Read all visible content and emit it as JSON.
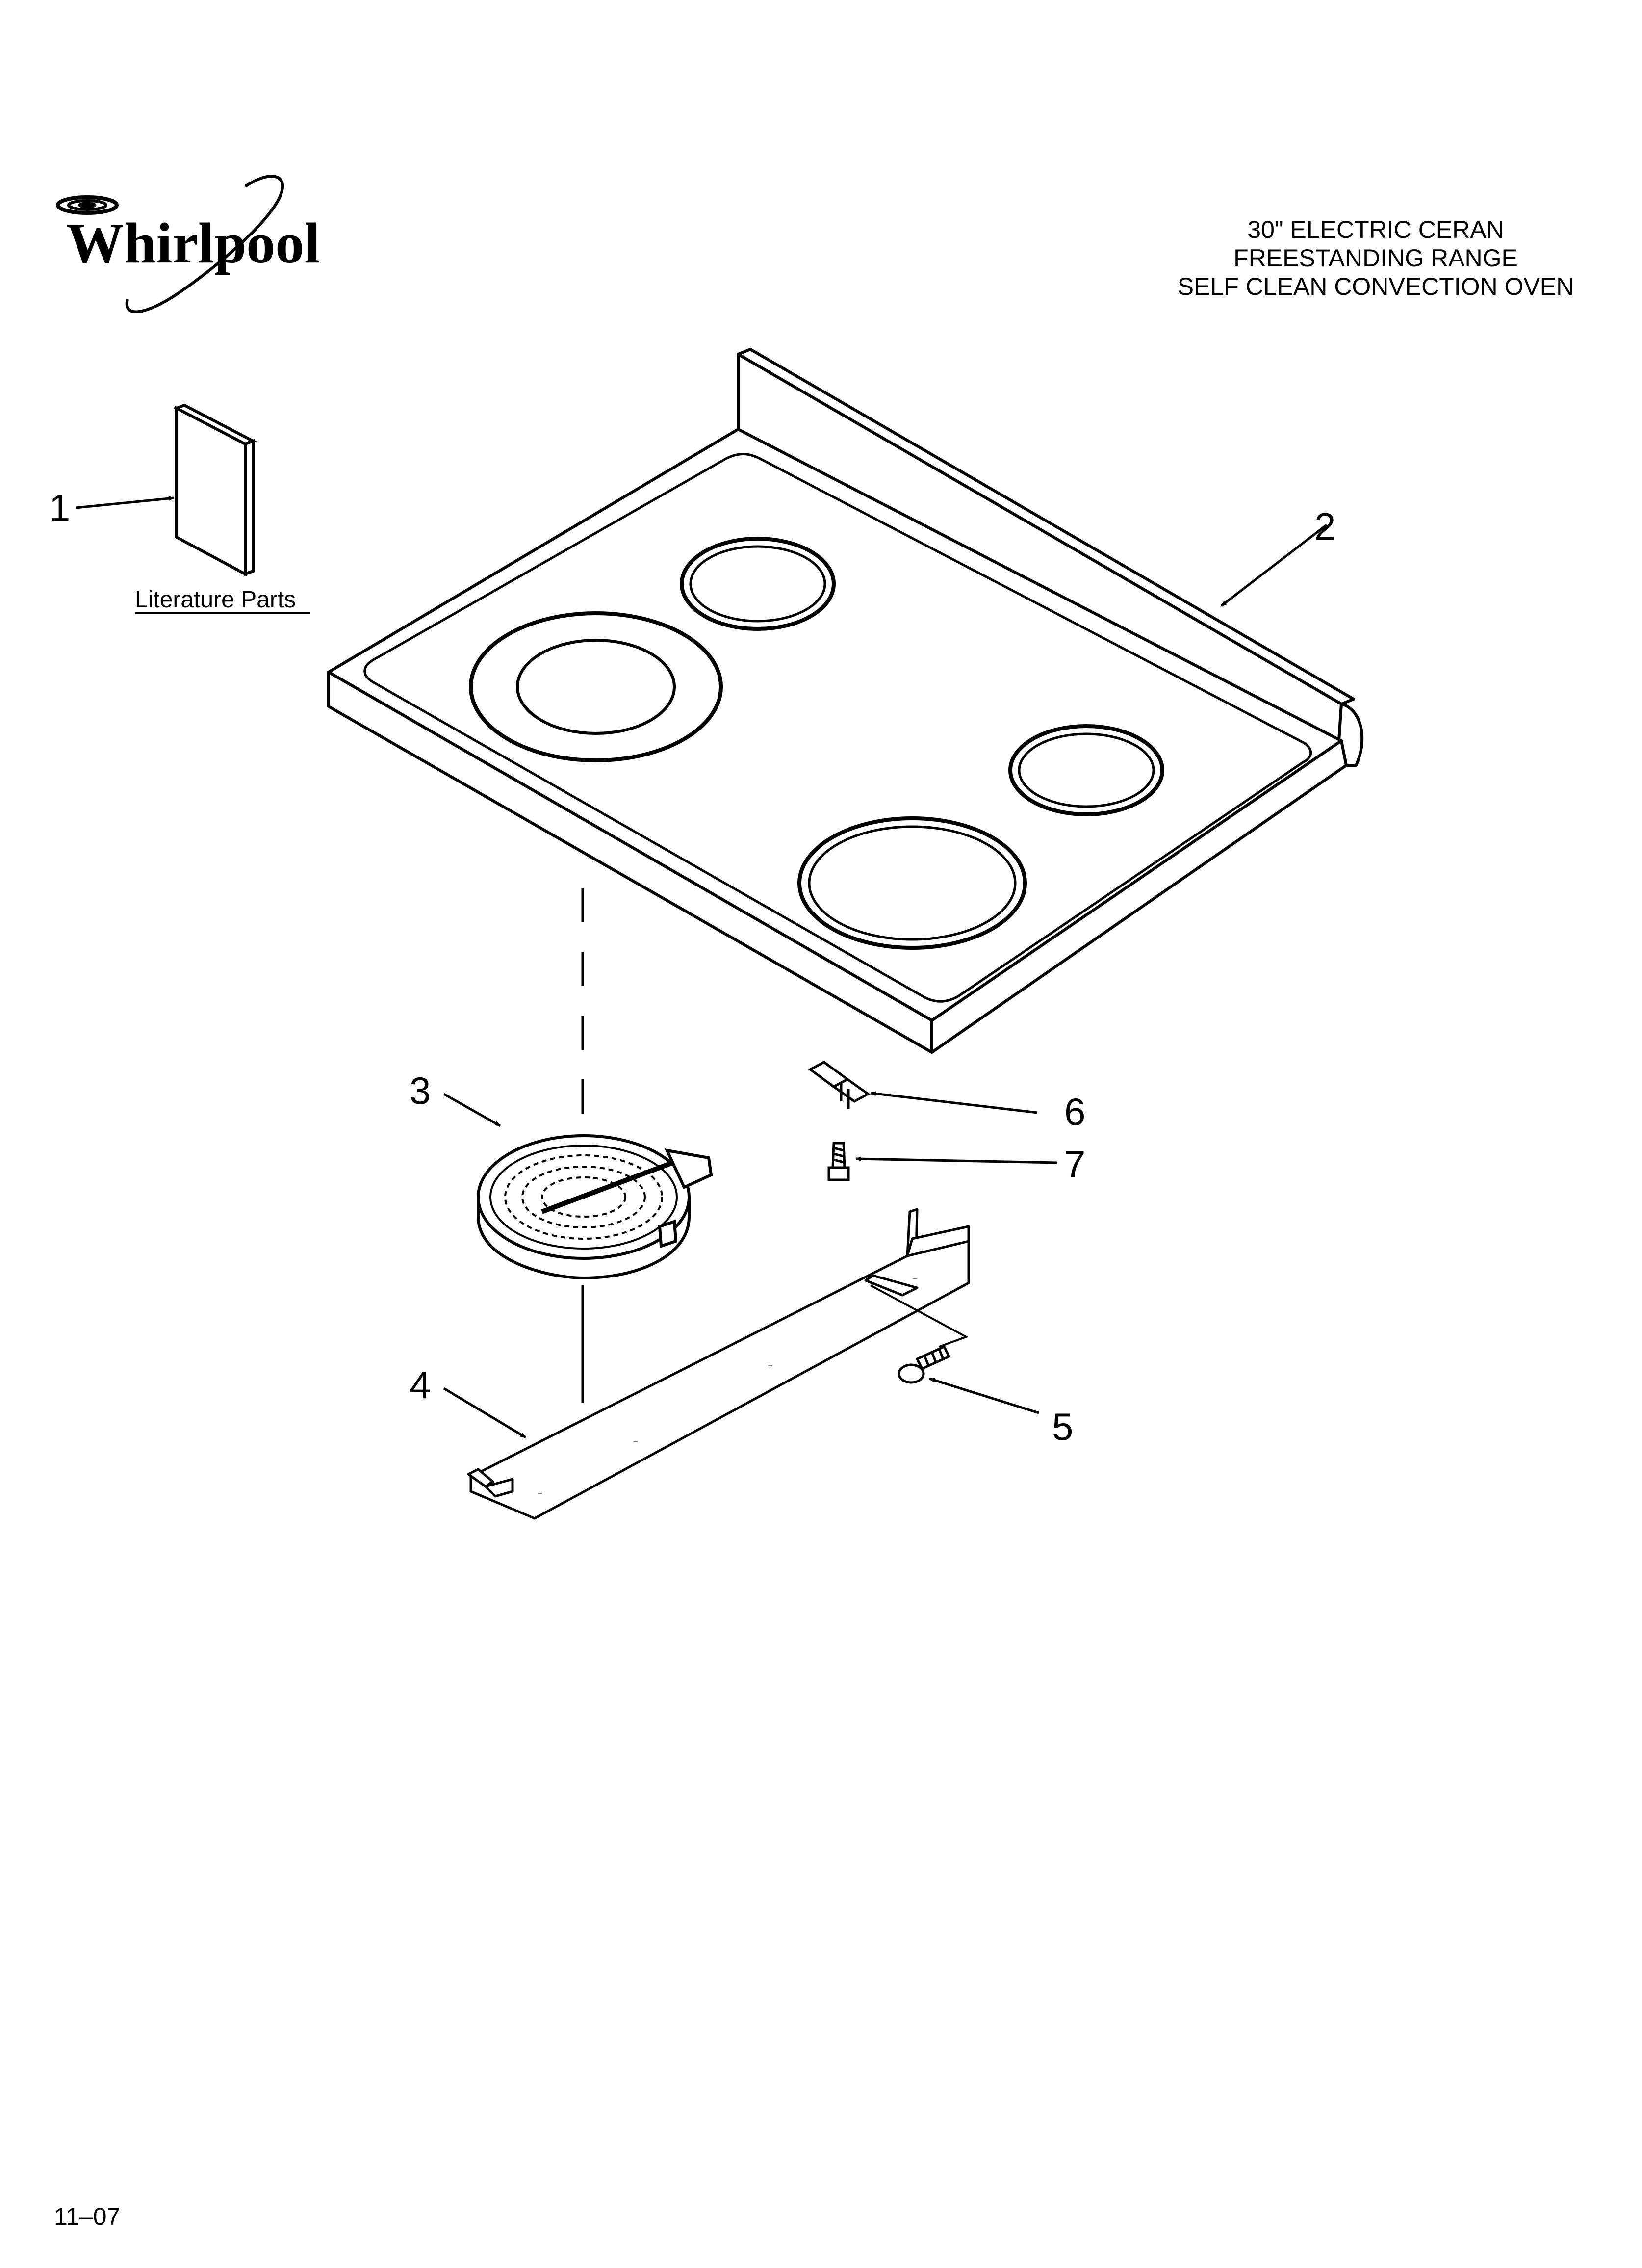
{
  "brand": {
    "name": "Whirlpool"
  },
  "title": {
    "lines": [
      "30\" ELECTRIC CERAN",
      "FREESTANDING RANGE",
      "SELF CLEAN CONVECTION OVEN"
    ]
  },
  "parts": [
    {
      "number": "1",
      "label": "Literature Parts"
    },
    {
      "number": "2"
    },
    {
      "number": "3"
    },
    {
      "number": "4"
    },
    {
      "number": "5"
    },
    {
      "number": "6"
    },
    {
      "number": "7"
    }
  ],
  "footer": {
    "date_code": "11–07"
  }
}
